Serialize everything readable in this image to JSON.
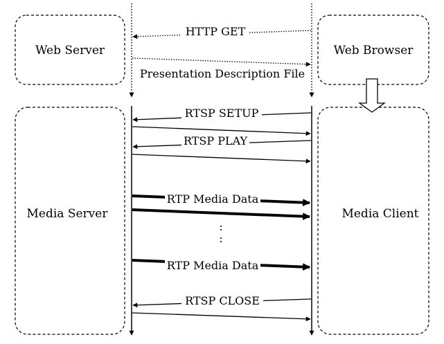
{
  "nodes": {
    "web_server": "Web Server",
    "web_browser": "Web Browser",
    "media_server": "Media Server",
    "media_client": "Media Client"
  },
  "messages": {
    "http_get": "HTTP GET",
    "presentation_description_file": "Presentation Description File",
    "rtsp_setup": "RTSP SETUP",
    "rtsp_play": "RTSP PLAY",
    "rtp_media_data_1": "RTP Media Data",
    "continuation_dots": ":",
    "rtp_media_data_2": "RTP Media Data",
    "rtsp_close": "RTSP CLOSE"
  }
}
